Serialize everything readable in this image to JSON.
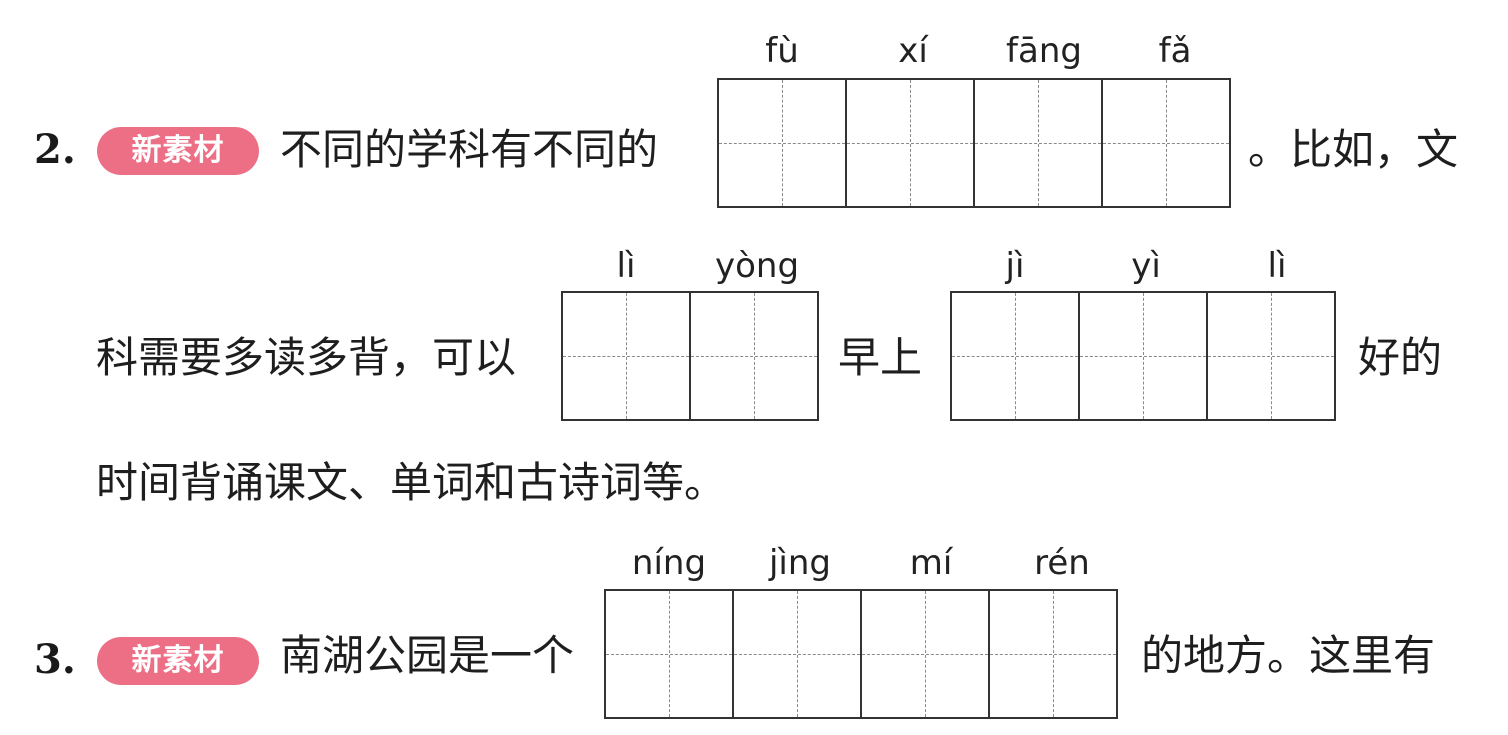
{
  "q2": {
    "number": "2.",
    "badge": "新素材",
    "line1_before": "不同的学科有不同的",
    "line1_after": "。比如，文",
    "blank1_pinyin": [
      "fù",
      "xí",
      "fāng",
      "fǎ"
    ],
    "line2_before": "科需要多读多背，可以",
    "blank2_pinyin": [
      "lì",
      "yòng"
    ],
    "line2_middle": "早上",
    "blank3_pinyin": [
      "jì",
      "yì",
      "lì"
    ],
    "line2_after": "好的",
    "line3": "时间背诵课文、单词和古诗词等。"
  },
  "q3": {
    "number": "3.",
    "badge": "新素材",
    "line1_before": "南湖公园是一个",
    "blank1_pinyin": [
      "níng",
      "jìng",
      "mí",
      "rén"
    ],
    "line1_after": "的地方。这里有"
  }
}
